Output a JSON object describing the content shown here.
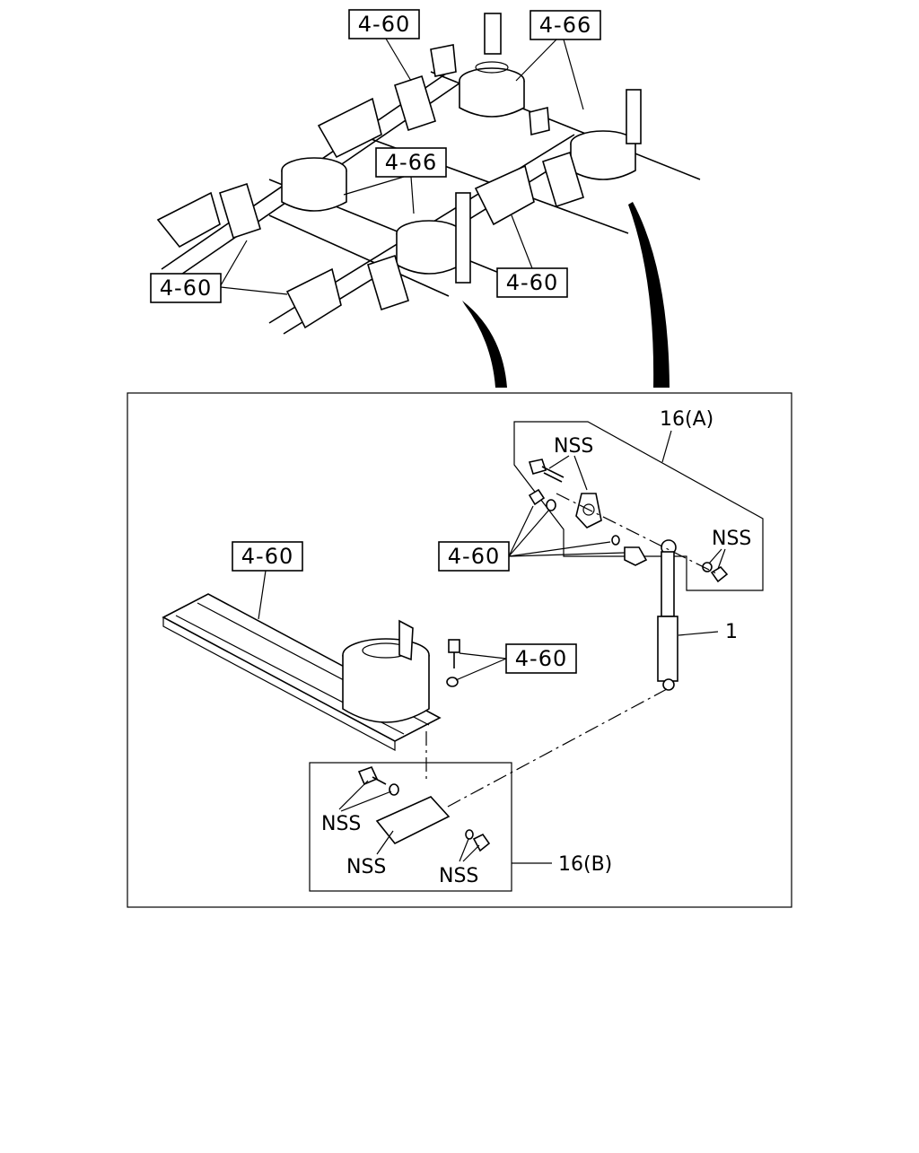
{
  "callouts": {
    "top_left_460": "4-60",
    "top_right_466": "4-66",
    "mid_466": "4-66",
    "left_460": "4-60",
    "right_460": "4-60",
    "detail_bracket_460": "4-60",
    "detail_frame_460": "4-60",
    "detail_bolt_460": "4-60"
  },
  "labels": {
    "group_a": "16(A)",
    "group_b": "16(B)",
    "shock_absorber": "1",
    "nss_a_top": "NSS",
    "nss_a_right": "NSS",
    "nss_b_left": "NSS",
    "nss_b_bottom": "NSS",
    "nss_b_right": "NSS"
  }
}
